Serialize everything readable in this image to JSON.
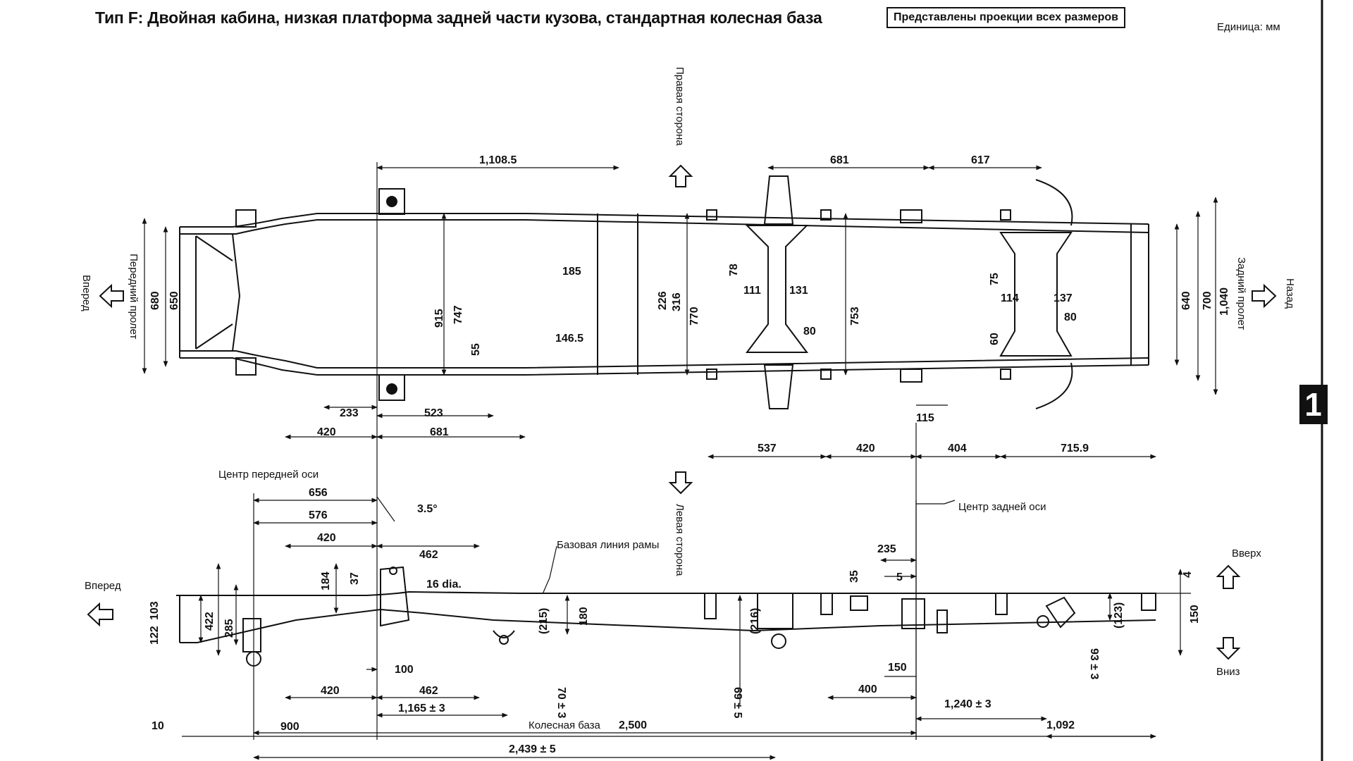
{
  "header": {
    "title": "Тип F:  Двойная кабина, низкая платформа задней части кузова, стандартная колесная база",
    "projection_note": "Представлены проекции всех размеров",
    "unit": "Единица: мм",
    "section_tab": "1"
  },
  "directions": {
    "forward": "Вперед",
    "rear": "Назад",
    "right_side": "Правая сторона",
    "left_side": "Левая сторона",
    "up": "Вверх",
    "down": "Вниз",
    "front_overhang": "Передний пролет",
    "rear_overhang": "Задний пролет"
  },
  "labels": {
    "front_axle_center": "Центр передней оси",
    "rear_axle_center": "Центр задней оси",
    "frame_baseline": "Базовая линия рамы",
    "wheelbase": "Колесная база"
  },
  "plan_view": {
    "top_dims": [
      "1,108.5",
      "681",
      "617"
    ],
    "left_widths": [
      "680",
      "650"
    ],
    "mid_widths": [
      "915",
      "747",
      "55",
      "770",
      "753"
    ],
    "crossmember_dims": [
      "185",
      "146.5",
      "226",
      "316"
    ],
    "spring_dims": [
      "78",
      "111",
      "131",
      "80",
      "75",
      "114",
      "137",
      "80",
      "60"
    ],
    "right_widths": [
      "640",
      "700",
      "1,040"
    ],
    "bottom_dims_front": [
      "233",
      "523",
      "420",
      "681"
    ],
    "bottom_dims_rear": [
      "115",
      "537",
      "420",
      "404",
      "715.9"
    ]
  },
  "side_view": {
    "top_dims": [
      "656",
      "576",
      "420",
      "462"
    ],
    "angle": "3.5°",
    "hole": "16 dia.",
    "rear_top_dims": [
      "235",
      "35",
      "5",
      "4"
    ],
    "heights_left": [
      "103",
      "122",
      "422",
      "285",
      "184",
      "37"
    ],
    "heights_mid": [
      "(215)",
      "180",
      "(216)"
    ],
    "heights_right": [
      "(123)",
      "150"
    ],
    "bottom_dims": [
      "100",
      "420",
      "462",
      "1,165 ± 3",
      "70 ± 3",
      "69 ± 5",
      "150",
      "400",
      "1,240 ± 3",
      "93 ± 3"
    ],
    "overall_dims": [
      "10",
      "900",
      "2,500",
      "1,092",
      "2,439 ± 5"
    ]
  }
}
